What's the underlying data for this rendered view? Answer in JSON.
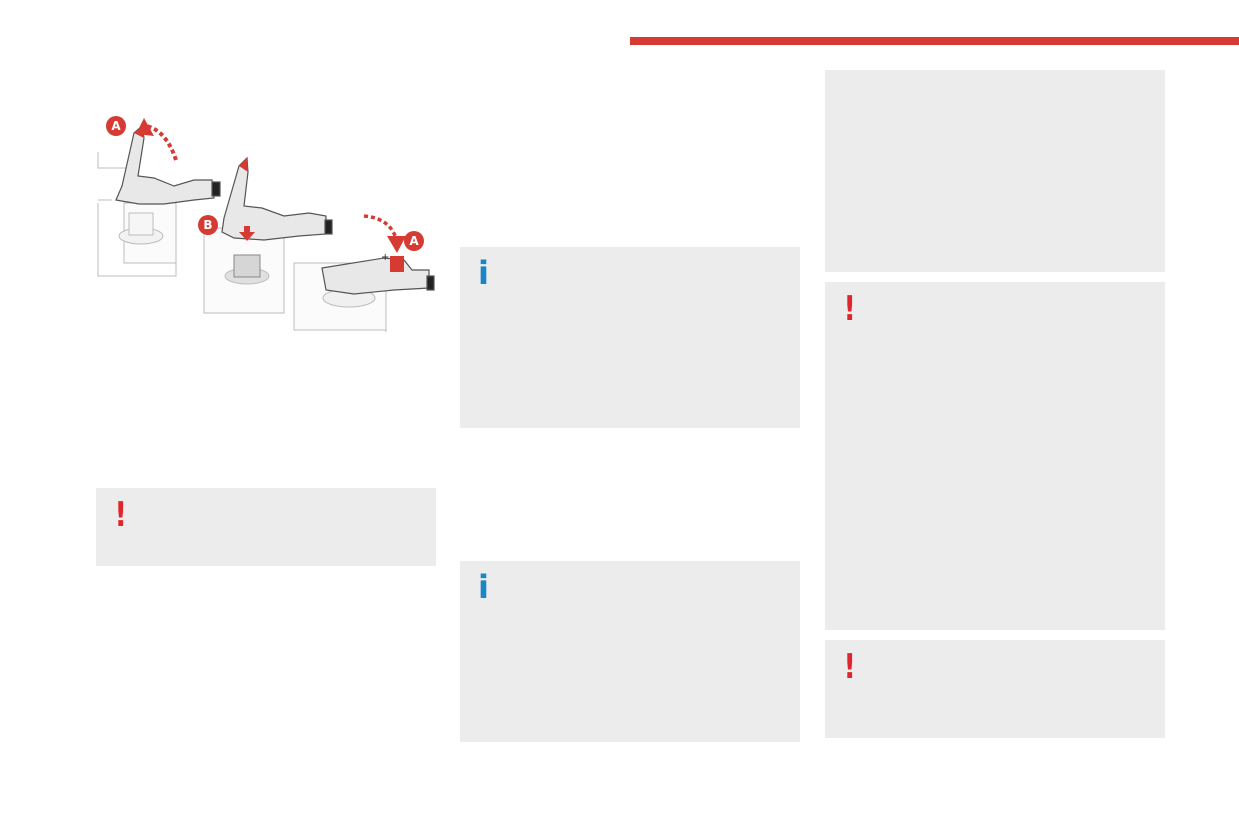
{
  "colors": {
    "accent": "#d63b33",
    "panel": "#ececec",
    "warning": "#e0262d",
    "info": "#1a86c8"
  },
  "illustration": {
    "labels": [
      "A",
      "B",
      "A"
    ],
    "plus_sign": "+"
  },
  "panels": [
    {
      "id": "warning-left",
      "icon": "warning-exclamation-icon",
      "glyph": "!"
    },
    {
      "id": "info-1",
      "icon": "info-i-icon",
      "glyph": "i"
    },
    {
      "id": "info-2",
      "icon": "info-i-icon",
      "glyph": "i"
    },
    {
      "id": "plain-right",
      "icon": "",
      "glyph": ""
    },
    {
      "id": "warning-right-1",
      "icon": "warning-exclamation-icon",
      "glyph": "!"
    },
    {
      "id": "warning-right-2",
      "icon": "warning-exclamation-icon",
      "glyph": "!"
    }
  ]
}
